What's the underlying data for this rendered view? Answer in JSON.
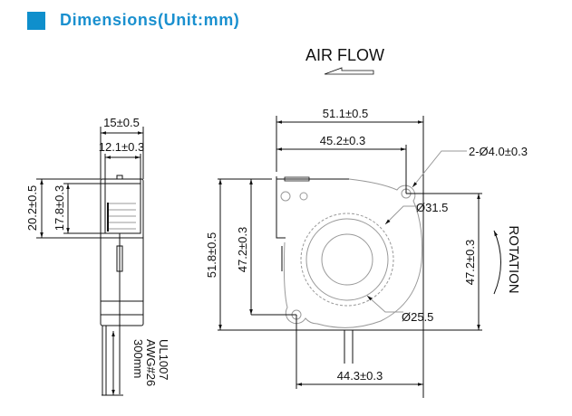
{
  "header": {
    "title": "Dimensions(Unit:mm)",
    "accent": "#0f8fcc"
  },
  "airflow": {
    "label": "AIR FLOW"
  },
  "side_view": {
    "width_outer": "15±0.5",
    "width_inner": "12.1±0.3",
    "height_outer": "20.2±0.5",
    "height_inner": "17.8±0.3",
    "wire_lines": [
      "UL1007",
      "AWG#26",
      "300mm"
    ]
  },
  "front_view": {
    "width_outer": "51.1±0.5",
    "hole_pitch_top": "45.2±0.3",
    "holes": "2-Ø4.0±0.3",
    "outer_diameter": "Ø31.5",
    "inner_diameter": "Ø25.5",
    "height_outer": "51.8±0.5",
    "hole_pitch_left": "47.2±0.3",
    "hole_pitch_right": "47.2±0.3",
    "hole_pitch_bottom": "44.3±0.3",
    "rotation": "ROTATION"
  }
}
